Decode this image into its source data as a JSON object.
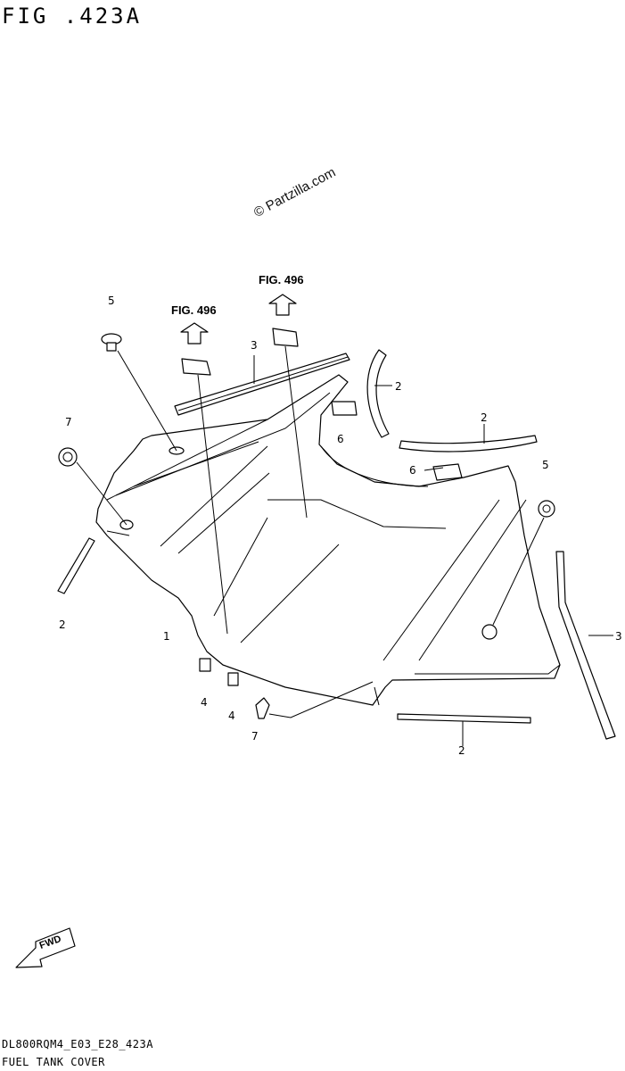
{
  "figure_id": "FIG .423A",
  "watermark": "© Partzilla.com",
  "references": [
    {
      "id": "ref-fig-left",
      "label": "FIG. 496"
    },
    {
      "id": "ref-fig-right",
      "label": "FIG. 496"
    }
  ],
  "callouts": [
    {
      "id": "c5a",
      "label": "5"
    },
    {
      "id": "c7a",
      "label": "7"
    },
    {
      "id": "c2a",
      "label": "2"
    },
    {
      "id": "c1",
      "label": "1"
    },
    {
      "id": "c3a",
      "label": "3"
    },
    {
      "id": "c2b",
      "label": "2"
    },
    {
      "id": "c6a",
      "label": "6"
    },
    {
      "id": "c2c",
      "label": "2"
    },
    {
      "id": "c6b",
      "label": "6"
    },
    {
      "id": "c5b",
      "label": "5"
    },
    {
      "id": "c3b",
      "label": "3"
    },
    {
      "id": "c4a",
      "label": "4"
    },
    {
      "id": "c4b",
      "label": "4"
    },
    {
      "id": "c7b",
      "label": "7"
    },
    {
      "id": "c2d",
      "label": "2"
    }
  ],
  "fwd_label": "FWD",
  "footer": {
    "code": "DL800RQM4_E03_E28_423A",
    "caption": "FUEL TANK COVER"
  }
}
